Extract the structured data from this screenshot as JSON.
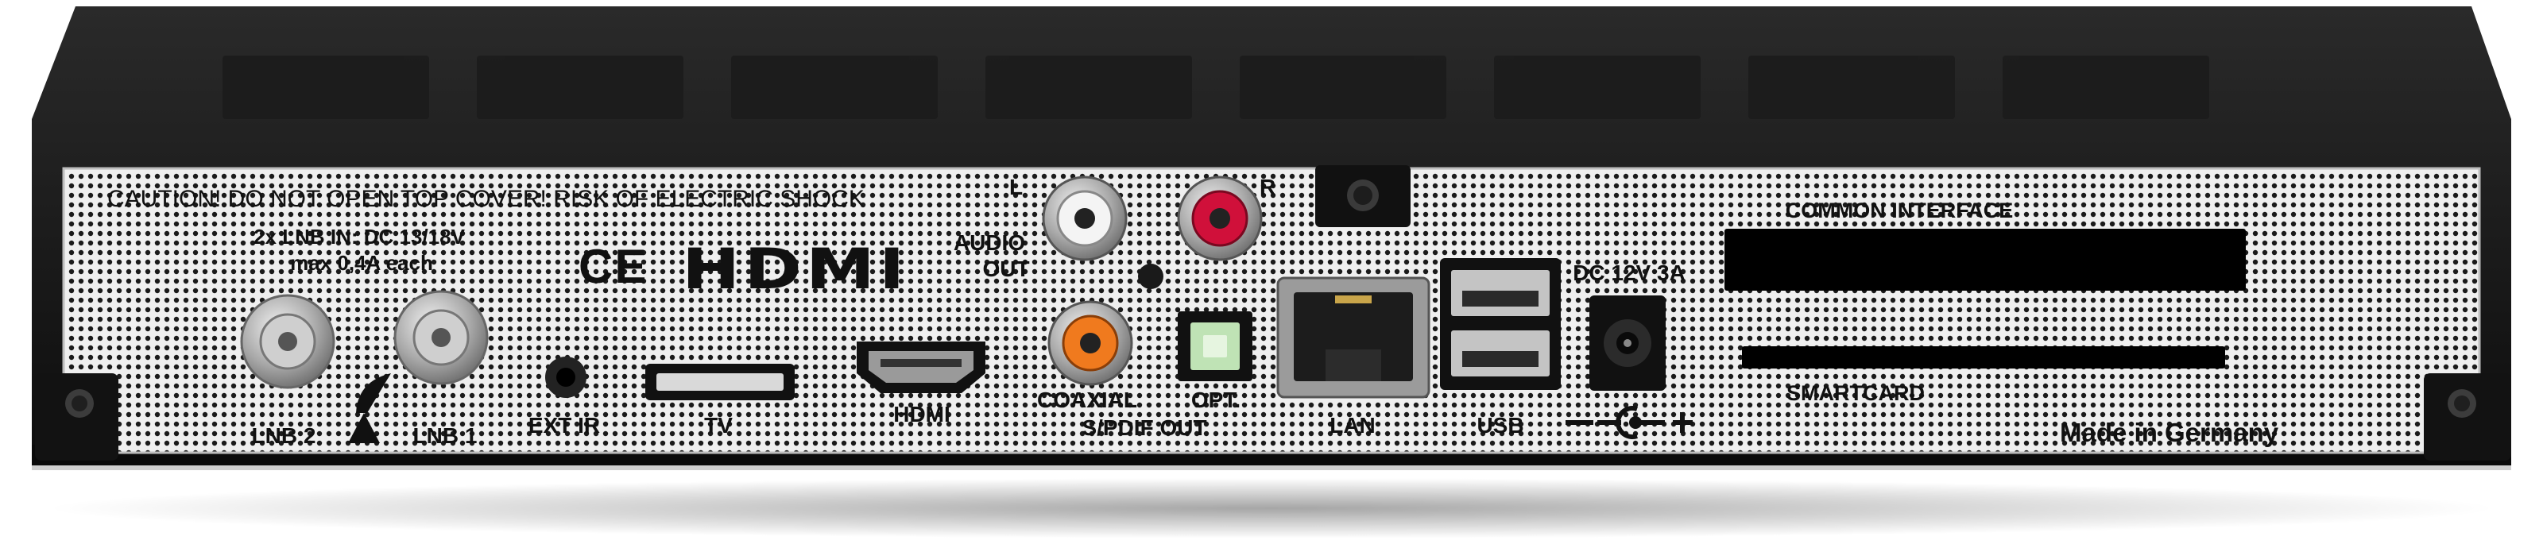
{
  "caution_text": "CAUTION!  DO NOT OPEN TOP  COVER!  RISK OF ELECTRIC SHOCK",
  "lnb_spec": {
    "line1": "2x LNB IN: DC 13/18V",
    "line2": "max 0,4A each"
  },
  "marks": {
    "ce": "CE",
    "hdmi_logo": "HDMI"
  },
  "audio": {
    "left": "L",
    "right": "R",
    "label_top": "AUDIO",
    "label_bottom": "OUT"
  },
  "ports": {
    "lnb2": "LNB 2",
    "lnb1": "LNB 1",
    "ext_ir": "EXT IR",
    "tv": "TV",
    "hdmi": "HDMI",
    "coaxial": "COAXIAL",
    "optical": "OPT.",
    "spdif": "S/PDIF OUT",
    "lan": "LAN",
    "usb": "USB",
    "dc_in": "DC 12V 3A",
    "common_interface": "COMMON INTERFACE",
    "smartcard": "SMARTCARD"
  },
  "made_in": "Made in Germany",
  "colors": {
    "chassis": "#141414",
    "panel": "#efefef",
    "rca_left": "#f4f4f4",
    "rca_right": "#d0103a",
    "coaxial": "#f07a1e",
    "optical": "#bfe3b5",
    "connector_metal": "#b9b9b9"
  }
}
